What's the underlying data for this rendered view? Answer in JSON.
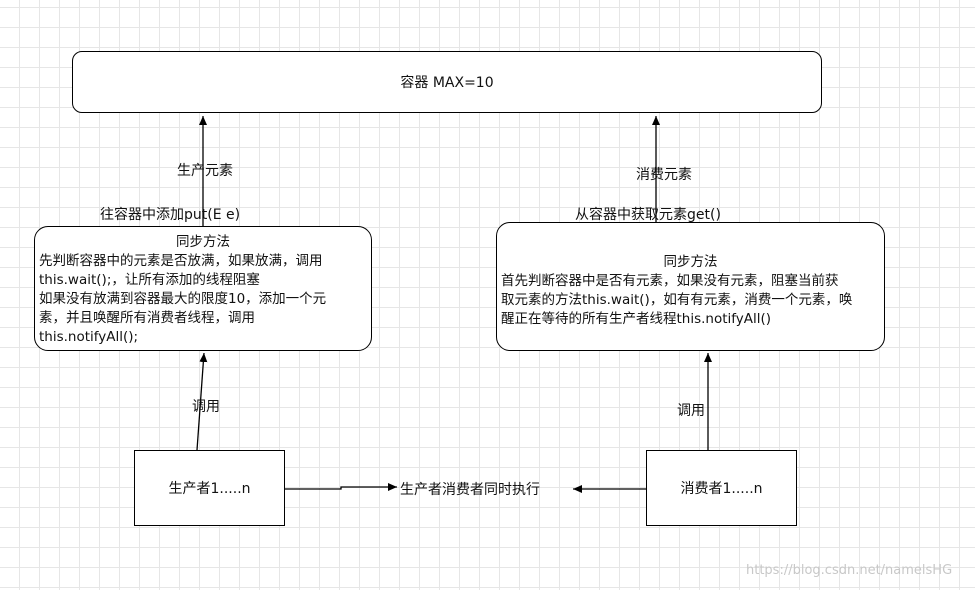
{
  "container": {
    "label": "容器 MAX=10"
  },
  "producer_sync": {
    "title": "同步方法",
    "lines": [
      "先判断容器中的元素是否放满，如果放满，调用",
      "this.wait();，让所有添加的线程阻塞",
      "如果没有放满到容器最大的限度10，添加一个元",
      "素，并且唤醒所有消费者线程，调用",
      "this.notifyAll();"
    ]
  },
  "consumer_sync": {
    "title": "同步方法",
    "lines": [
      "首先判断容器中是否有元素，如果没有元素，阻塞当前获",
      "取元素的方法this.wait()，如有有元素，消费一个元素，唤",
      "醒正在等待的所有生产者线程this.notifyAll()"
    ]
  },
  "producer": {
    "label": "生产者1.....n"
  },
  "consumer": {
    "label": "消费者1.....n"
  },
  "labels": {
    "produce_element": "生产元素",
    "put_method": "往容器中添加put(E e)",
    "consume_element": "消费元素",
    "get_method": "从容器中获取元素get()",
    "call_left": "调用",
    "call_right": "调用",
    "concurrent": "生产者消费者同时执行"
  },
  "watermark": "https://blog.csdn.net/namelsHG"
}
